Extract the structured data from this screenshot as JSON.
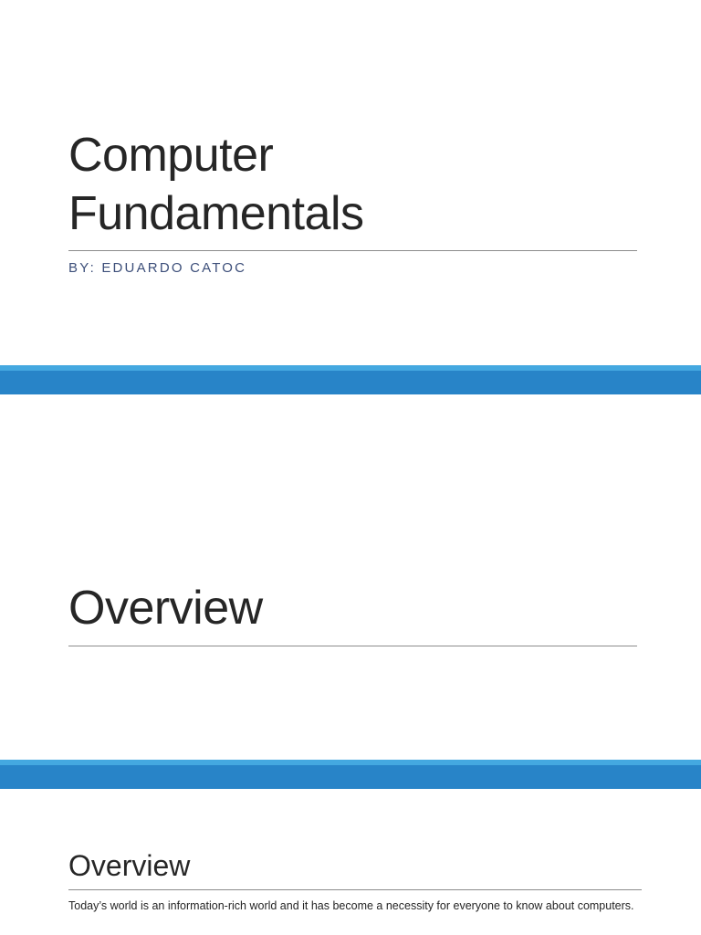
{
  "slides": [
    {
      "title_line1": "Computer",
      "title_line2": "Fundamentals",
      "subtitle": "BY: EDUARDO CATOC"
    },
    {
      "title": "Overview"
    },
    {
      "title": "Overview",
      "body": "Today’s world is an information-rich world and it has become a necessity for everyone to know about computers."
    }
  ],
  "colors": {
    "band_main": "#2884c8",
    "band_top": "#44a8e0"
  }
}
